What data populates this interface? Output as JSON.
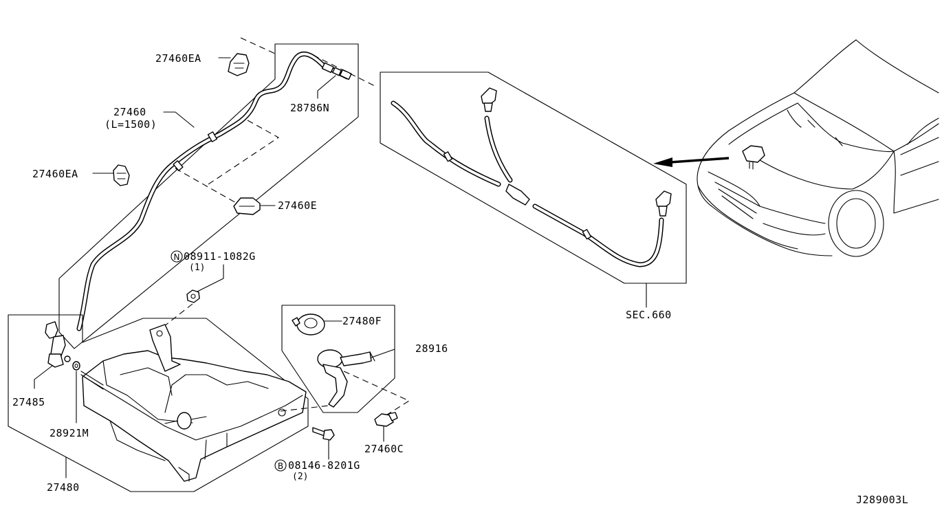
{
  "diagram": {
    "figure_code": "J289003L",
    "section_ref": "SEC.660",
    "parts": {
      "p27460EA_top": "27460EA",
      "p28786N": "28786N",
      "p27460": "27460",
      "p27460_len": "(L=1500)",
      "p27460EA_mid": "27460EA",
      "p27460E": "27460E",
      "p08911": "08911-1082G",
      "p08911_mark": "N",
      "p08911_qty": "(1)",
      "p27480F": "27480F",
      "p28916": "28916",
      "p27485": "27485",
      "p28921M": "28921M",
      "p27460C": "27460C",
      "p08146": "08146-8201G",
      "p08146_mark": "B",
      "p08146_qty": "(2)",
      "p27480": "27480"
    }
  }
}
